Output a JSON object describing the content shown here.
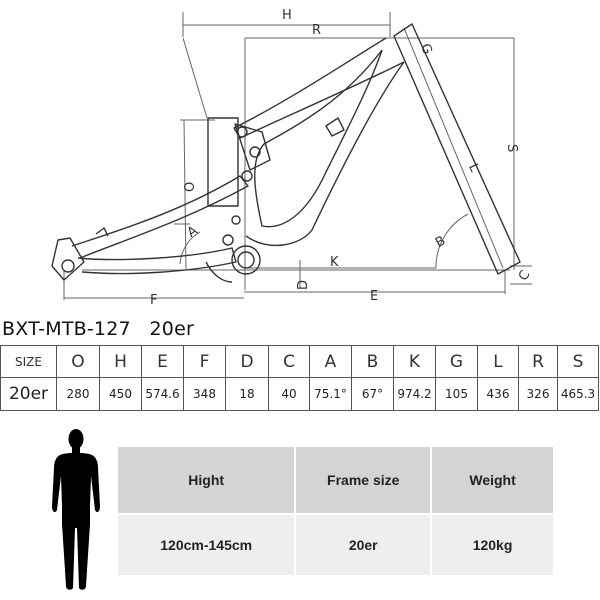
{
  "diagram": {
    "dimension_labels": {
      "H": "H",
      "R": "R",
      "G": "G",
      "S": "S",
      "L": "L",
      "O": "O",
      "A": "A",
      "B": "B",
      "K": "K",
      "D": "D",
      "F": "F",
      "E": "E",
      "C": "C"
    }
  },
  "model": {
    "name": "BXT-MTB-127",
    "wheel": "20er"
  },
  "geometry_table": {
    "headers": [
      "SIZE",
      "O",
      "H",
      "E",
      "F",
      "D",
      "C",
      "A",
      "B",
      "K",
      "G",
      "L",
      "R",
      "S"
    ],
    "values": [
      "20er",
      "280",
      "450",
      "574.6",
      "348",
      "18",
      "40",
      "75.1°",
      "67°",
      "974.2",
      "105",
      "436",
      "326",
      "465.3"
    ]
  },
  "person_icon": "standing-person-silhouette-icon",
  "spec_panel": {
    "headers": [
      "Hight",
      "Frame size",
      "Weight"
    ],
    "values": [
      "120cm-145cm",
      "20er",
      "120kg"
    ],
    "colors": {
      "header_bg": "#d4d4d4",
      "value_bg": "#eeeeee"
    }
  }
}
